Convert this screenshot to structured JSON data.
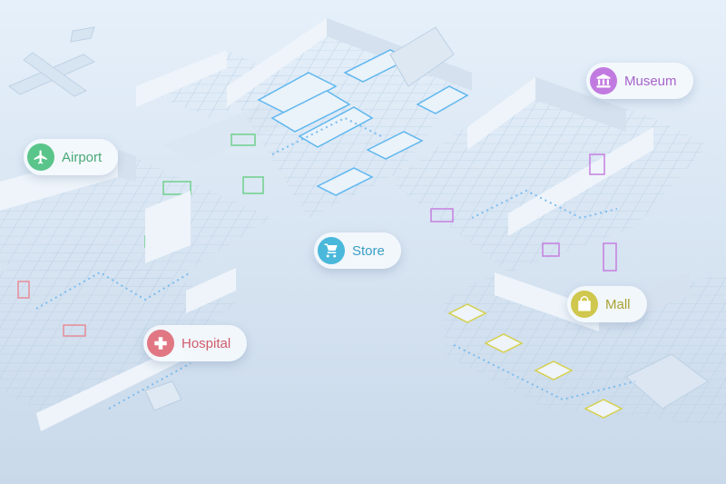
{
  "locations": [
    {
      "id": "airport",
      "name": "Airport",
      "icon": "airplane-icon",
      "color": "#5ac58a",
      "text_color": "#4aa877"
    },
    {
      "id": "store",
      "name": "Store",
      "icon": "shopping-cart-icon",
      "color": "#49b8db",
      "text_color": "#3a9fc4"
    },
    {
      "id": "museum",
      "name": "Museum",
      "icon": "museum-icon",
      "color": "#c17be0",
      "text_color": "#a764c9"
    },
    {
      "id": "mall",
      "name": "Mall",
      "icon": "shopping-bag-icon",
      "color": "#cfc74e",
      "text_color": "#aaa232"
    },
    {
      "id": "hospital",
      "name": "Hospital",
      "icon": "medical-cross-icon",
      "color": "#e07783",
      "text_color": "#d05d6b"
    }
  ],
  "colors": {
    "background": "#c9d9ea",
    "floor": "#dce8f4",
    "wall": "#edf3f9",
    "wall_side": "#cfdcea",
    "path": "#7fbff2",
    "grid": "#b4cce2"
  }
}
